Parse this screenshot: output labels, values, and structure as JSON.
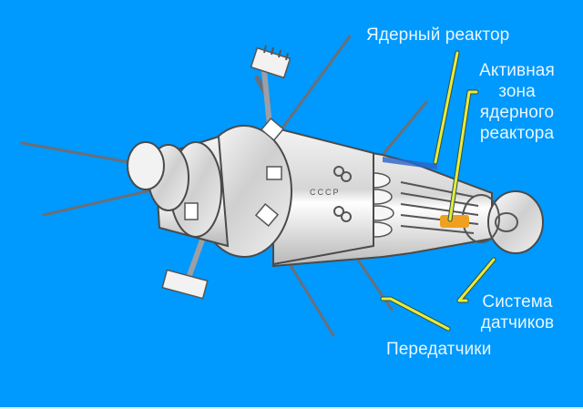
{
  "diagram": {
    "subject": "Soviet nuclear-powered satellite",
    "background_color": "#0099fd",
    "hull_marking": "СССР",
    "leader_color": "#e6ec3a",
    "core_color": "#f0a020",
    "labels": {
      "reactor": "Ядерный реактор",
      "core_line1": "Активная",
      "core_line2": "зона",
      "core_line3": "ядерного",
      "core_line4": "реактора",
      "sensors_line1": "Система",
      "sensors_line2": "датчиков",
      "transmitters": "Передатчики"
    }
  }
}
